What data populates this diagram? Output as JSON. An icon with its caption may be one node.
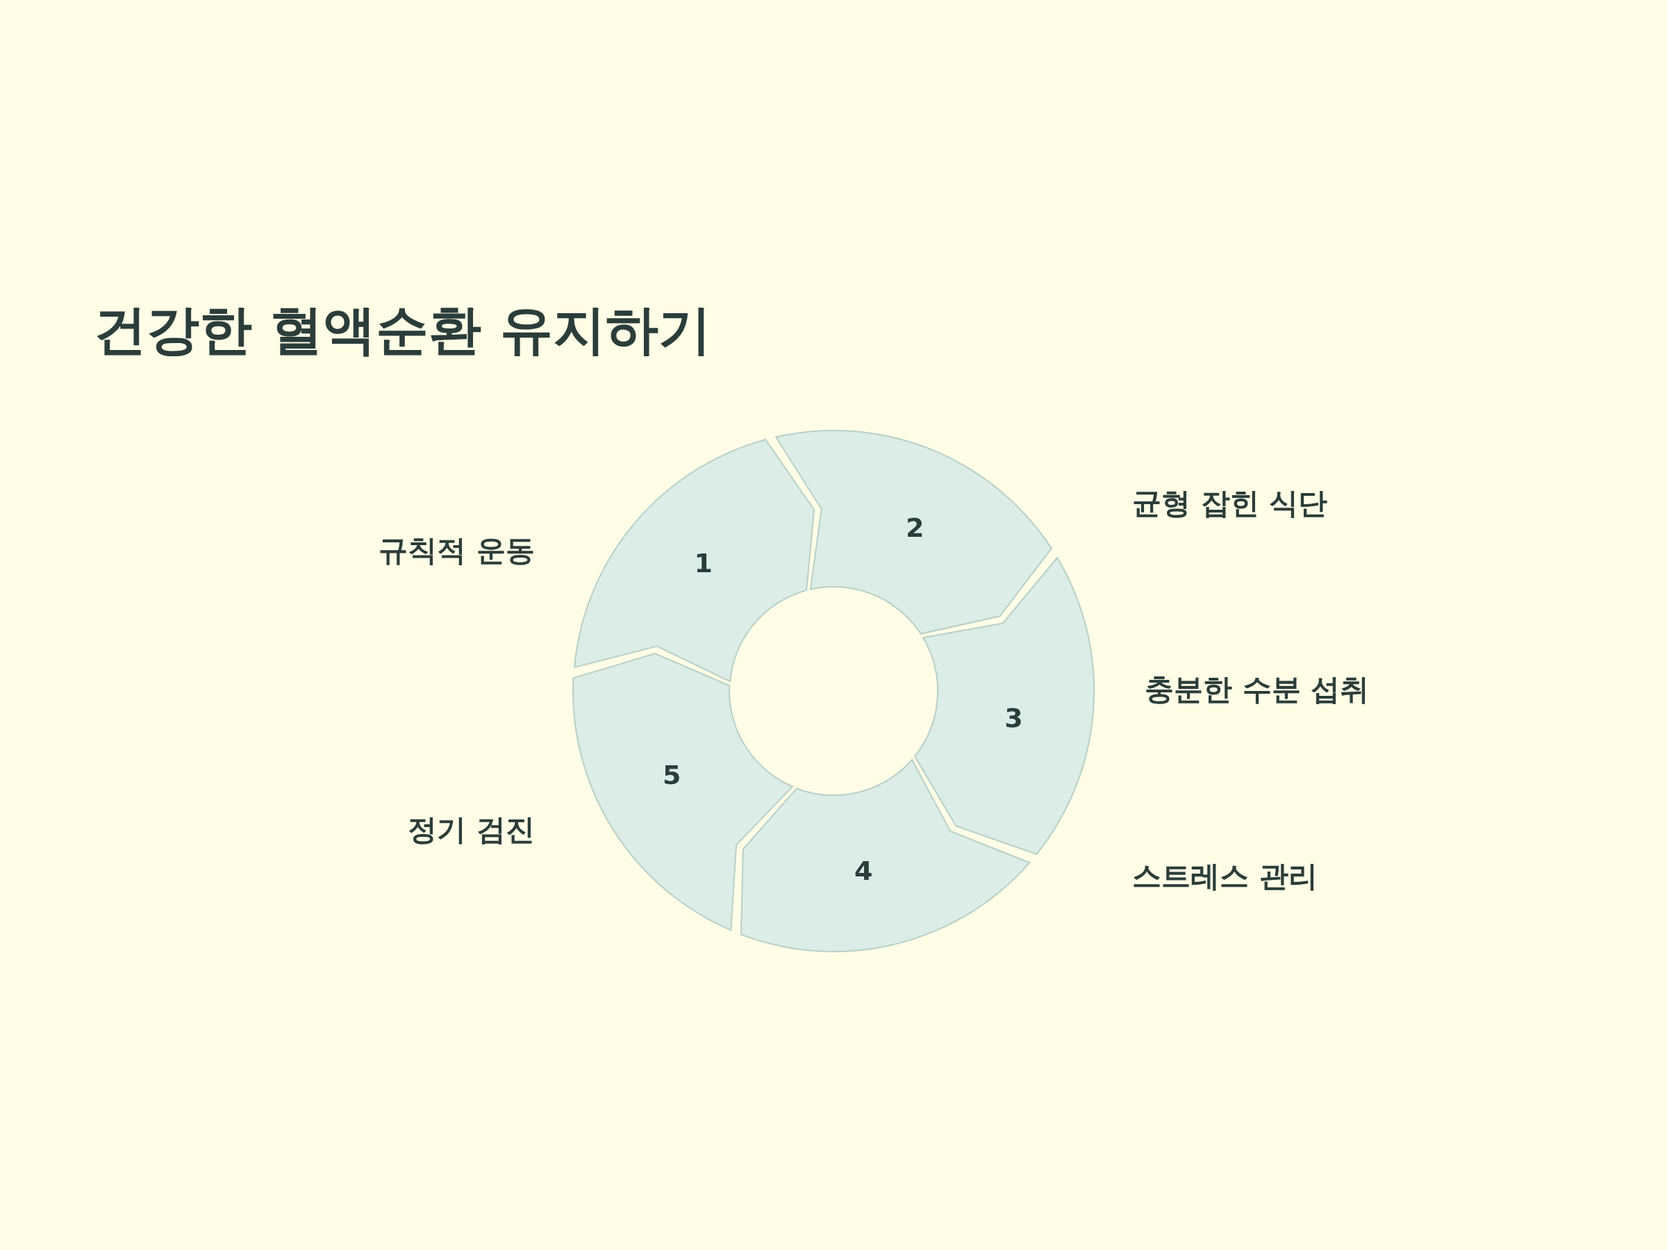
{
  "diagram": {
    "title": "건강한 혈액순환 유지하기",
    "nodes": [
      {
        "text": [
          "1"
        ],
        "beside": [
          "규칙적 운동"
        ]
      },
      {
        "text": [
          "2"
        ],
        "beside": [
          "균형 잡힌 식단"
        ]
      },
      {
        "text": [
          "3"
        ],
        "beside": [
          "충분한 수분 섭취"
        ]
      },
      {
        "text": [
          "4"
        ]
      },
      {
        "text": [
          "5"
        ],
        "beside": [
          "정기 검진"
        ]
      }
    ],
    "labels": [
      "스트레스 관리"
    ]
  }
}
